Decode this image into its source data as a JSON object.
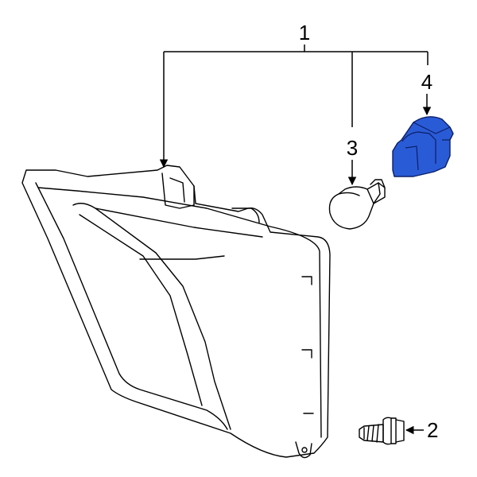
{
  "callouts": {
    "one": "1",
    "two": "2",
    "three": "3",
    "four": "4"
  },
  "colors": {
    "line": "#000000",
    "highlight_fill": "#2a5bd7",
    "highlight_stroke": "#0b1f66",
    "background": "#ffffff"
  },
  "parts": [
    {
      "callout": "1",
      "icon": "lamp-housing-icon"
    },
    {
      "callout": "2",
      "icon": "screw-icon"
    },
    {
      "callout": "3",
      "icon": "bulb-icon"
    },
    {
      "callout": "4",
      "icon": "bulb-socket-icon"
    }
  ]
}
